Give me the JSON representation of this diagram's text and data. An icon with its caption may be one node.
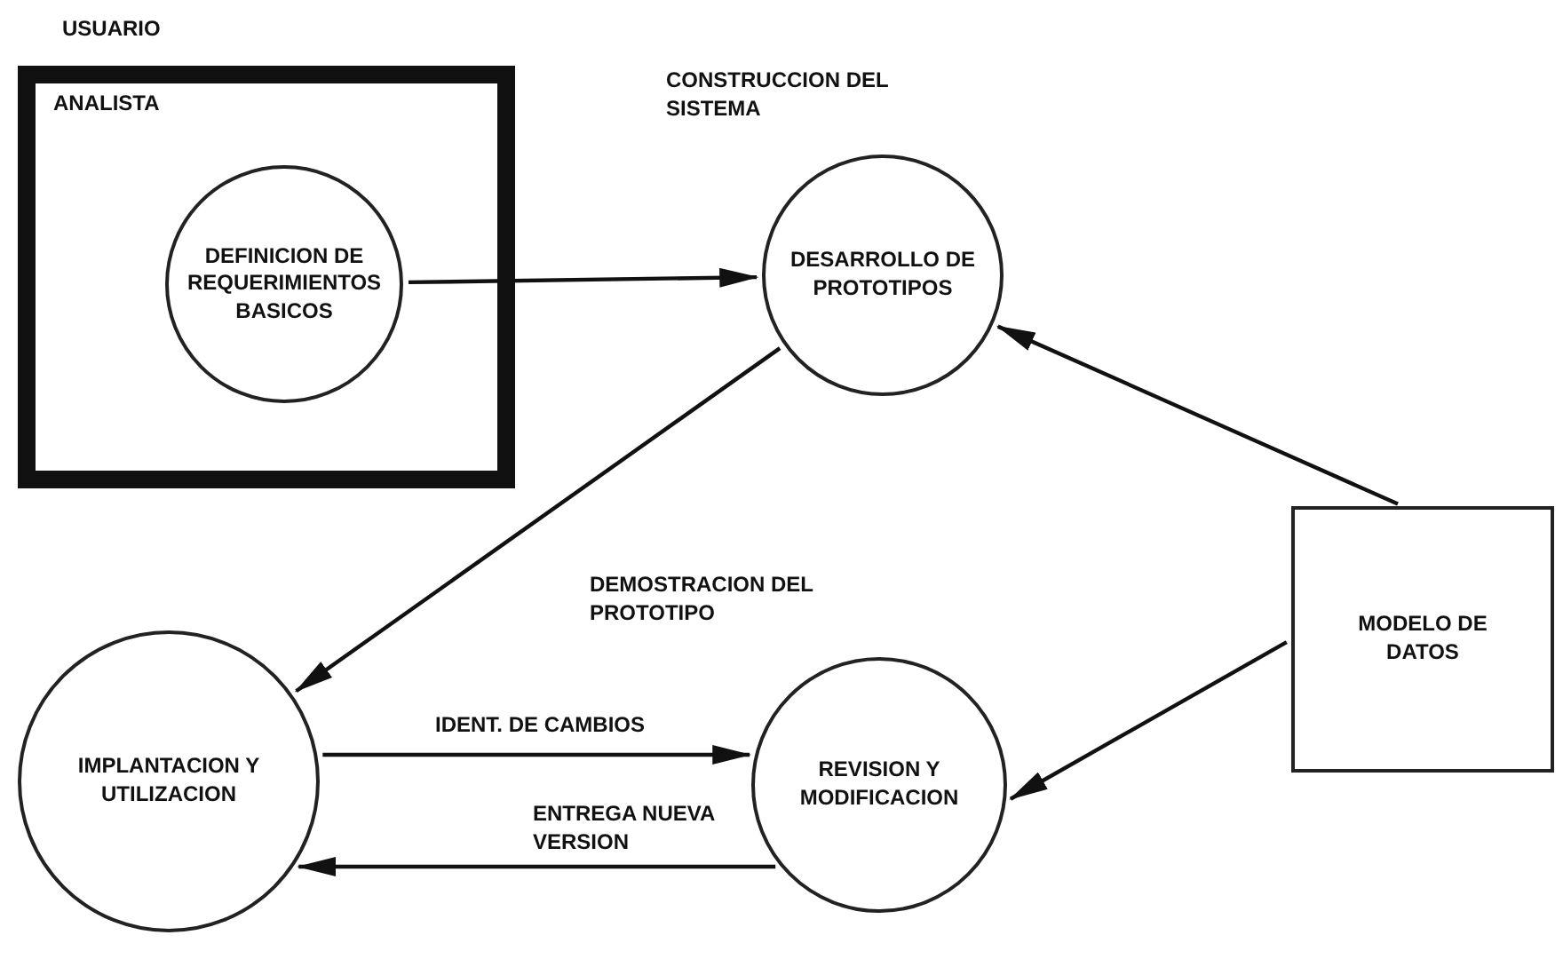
{
  "diagram": {
    "nodes": [
      {
        "text": [
          "USUARIO",
          "ANALISTA"
        ]
      },
      {
        "text": [
          "DEFINICION DE REQUERIMIENTOS BASICOS"
        ],
        "in": 0
      },
      {
        "text": [
          "DESARROLLO DE PROTOTIPOS"
        ],
        "beside": [
          "CONSTRUCCION DEL SISTEMA"
        ]
      },
      {
        "text": [
          "MODELO DE DATOS"
        ]
      },
      {
        "text": [
          "IMPLANTACION Y UTILIZACION"
        ]
      },
      {
        "text": [
          "REVISION Y MODIFICACION"
        ]
      }
    ],
    "edges": [
      {
        "from": 1,
        "to": 2,
        "arrow": "to"
      },
      {
        "from": 2,
        "to": 4,
        "arrow": "to",
        "label": "DEMOSTRACION DEL PROTOTIPO"
      },
      {
        "from": 3,
        "to": 2,
        "arrow": "to"
      },
      {
        "from": 3,
        "to": 5,
        "arrow": "to"
      },
      {
        "from": 4,
        "to": 5,
        "arrow": "to",
        "label": "IDENT. DE CAMBIOS"
      },
      {
        "from": 5,
        "to": 4,
        "arrow": "to",
        "label": "ENTREGA NUEVA VERSION"
      }
    ]
  }
}
